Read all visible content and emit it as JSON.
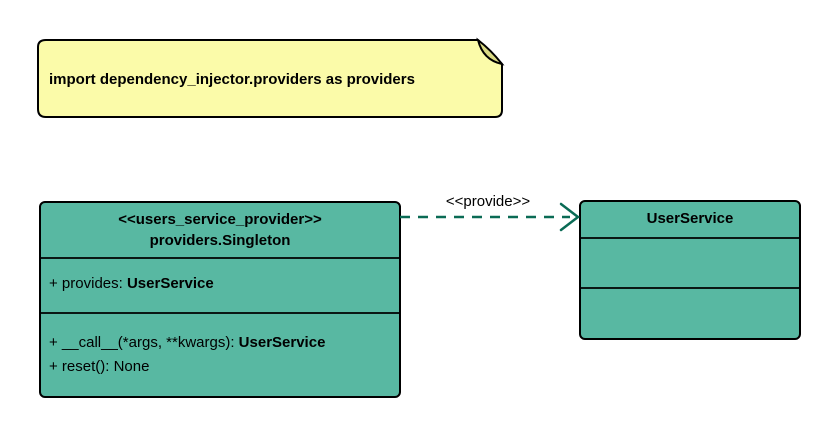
{
  "diagram": {
    "background": "#ffffff",
    "note": {
      "text": "import dependency_injector.providers as providers",
      "fill": "#FBFBA9",
      "fold_fill": "#DADA84",
      "border_color": "#000000"
    },
    "provider_class": {
      "stereotype": "<<users_service_provider>>",
      "name": "providers.Singleton",
      "fill": "#58B8A2",
      "attributes": [
        {
          "label": "+ provides: ",
          "type": "UserService"
        }
      ],
      "methods": [
        {
          "label": "+ __call__(*args, **kwargs): ",
          "type": "UserService"
        },
        {
          "label": "+ reset(): None",
          "type": ""
        }
      ]
    },
    "service_class": {
      "name": "UserService",
      "fill": "#58B8A2"
    },
    "dependency": {
      "label": "<<provide>>",
      "color": "#0A6B55"
    }
  }
}
